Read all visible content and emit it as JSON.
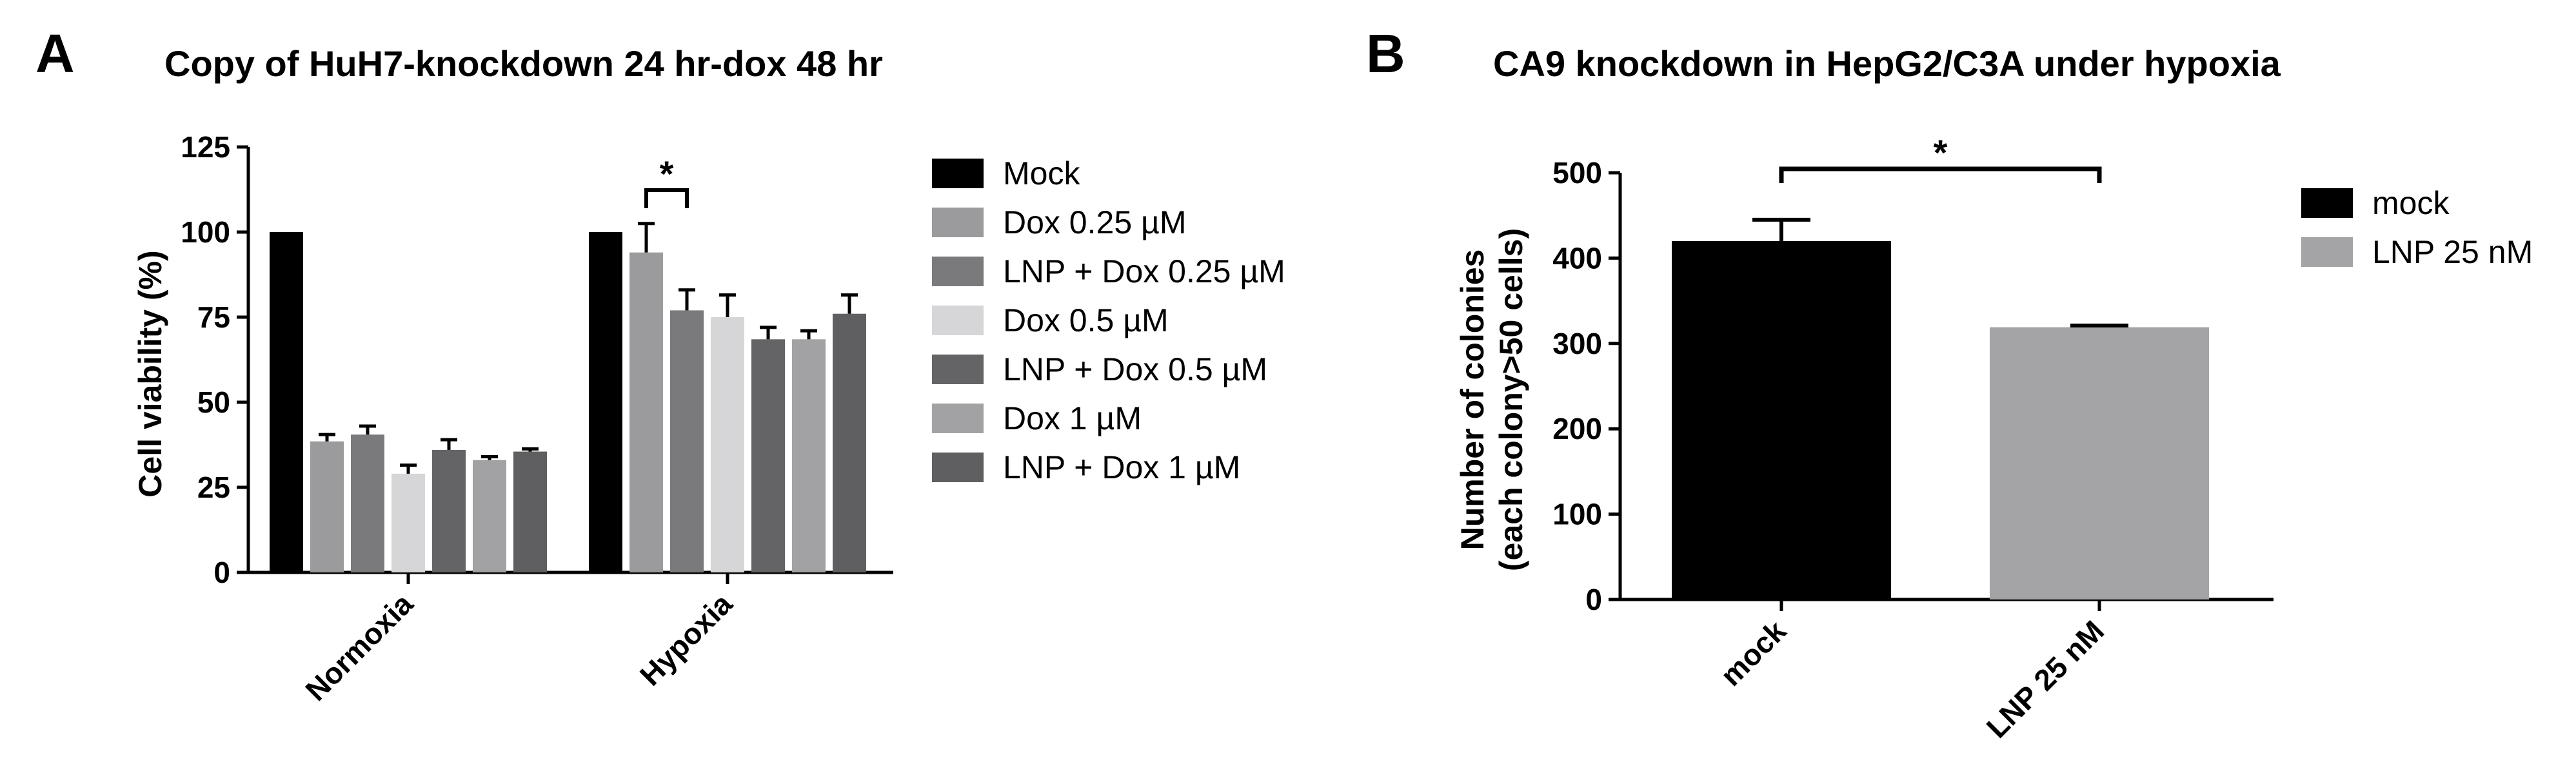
{
  "panels": {
    "a": {
      "letter": "A"
    },
    "b": {
      "letter": "B"
    }
  },
  "colors": {
    "mock": "#000000",
    "dox_025": "#9b9b9d",
    "lnp_dox_025": "#7a7a7c",
    "dox_05": "#d6d6d8",
    "lnp_dox_05": "#646466",
    "dox_1": "#a2a2a4",
    "lnp_dox_1": "#5f5f61",
    "lnp25": "#a4a4a6"
  },
  "chart_data": [
    {
      "type": "bar",
      "title": "Copy of HuH7-knockdown 24 hr-dox 48 hr",
      "xlabel": "",
      "ylabel": "Cell viability (%)",
      "ylim": [
        0,
        125
      ],
      "yticks": [
        0,
        25,
        50,
        75,
        100,
        125
      ],
      "categories": [
        "Normoxia",
        "Hypoxia"
      ],
      "legend_position": "right",
      "grid": false,
      "series": [
        {
          "name": "Mock",
          "values": [
            100,
            100
          ],
          "errors": [
            0,
            0
          ]
        },
        {
          "name": "Dox 0.25 µM",
          "values": [
            38.5,
            94
          ],
          "errors": [
            2,
            8.5
          ]
        },
        {
          "name": "LNP + Dox 0.25 µM",
          "values": [
            40.5,
            77
          ],
          "errors": [
            2.5,
            6
          ]
        },
        {
          "name": "Dox 0.5 µM",
          "values": [
            29,
            75
          ],
          "errors": [
            2.5,
            6.5
          ]
        },
        {
          "name": "LNP + Dox 0.5 µM",
          "values": [
            36,
            68.5
          ],
          "errors": [
            3,
            3.5
          ]
        },
        {
          "name": "Dox 1 µM",
          "values": [
            33,
            68.5
          ],
          "errors": [
            1,
            2.5
          ]
        },
        {
          "name": "LNP + Dox 1 µM",
          "values": [
            35.5,
            76
          ],
          "errors": [
            0.8,
            5.5
          ]
        }
      ],
      "annotations": [
        {
          "text": "*",
          "category": "Hypoxia",
          "between_series": [
            "Dox 0.25 µM",
            "LNP + Dox 0.25 µM"
          ]
        }
      ]
    },
    {
      "type": "bar",
      "title": "CA9 knockdown in HepG2/C3A under hypoxia",
      "xlabel": "",
      "ylabel_lines": [
        "Number of colonies",
        "(each colony>50 cells)"
      ],
      "ylim": [
        0,
        500
      ],
      "yticks": [
        0,
        100,
        200,
        300,
        400,
        500
      ],
      "categories": [
        "mock",
        "LNP 25 nM"
      ],
      "legend_position": "right",
      "grid": false,
      "series": [
        {
          "name": "mock",
          "values": [
            420
          ],
          "errors": [
            25
          ]
        },
        {
          "name": "LNP 25 nM",
          "values": [
            319
          ],
          "errors": [
            2
          ]
        }
      ],
      "annotations": [
        {
          "text": "*",
          "between_categories": [
            "mock",
            "LNP 25 nM"
          ]
        }
      ]
    }
  ]
}
